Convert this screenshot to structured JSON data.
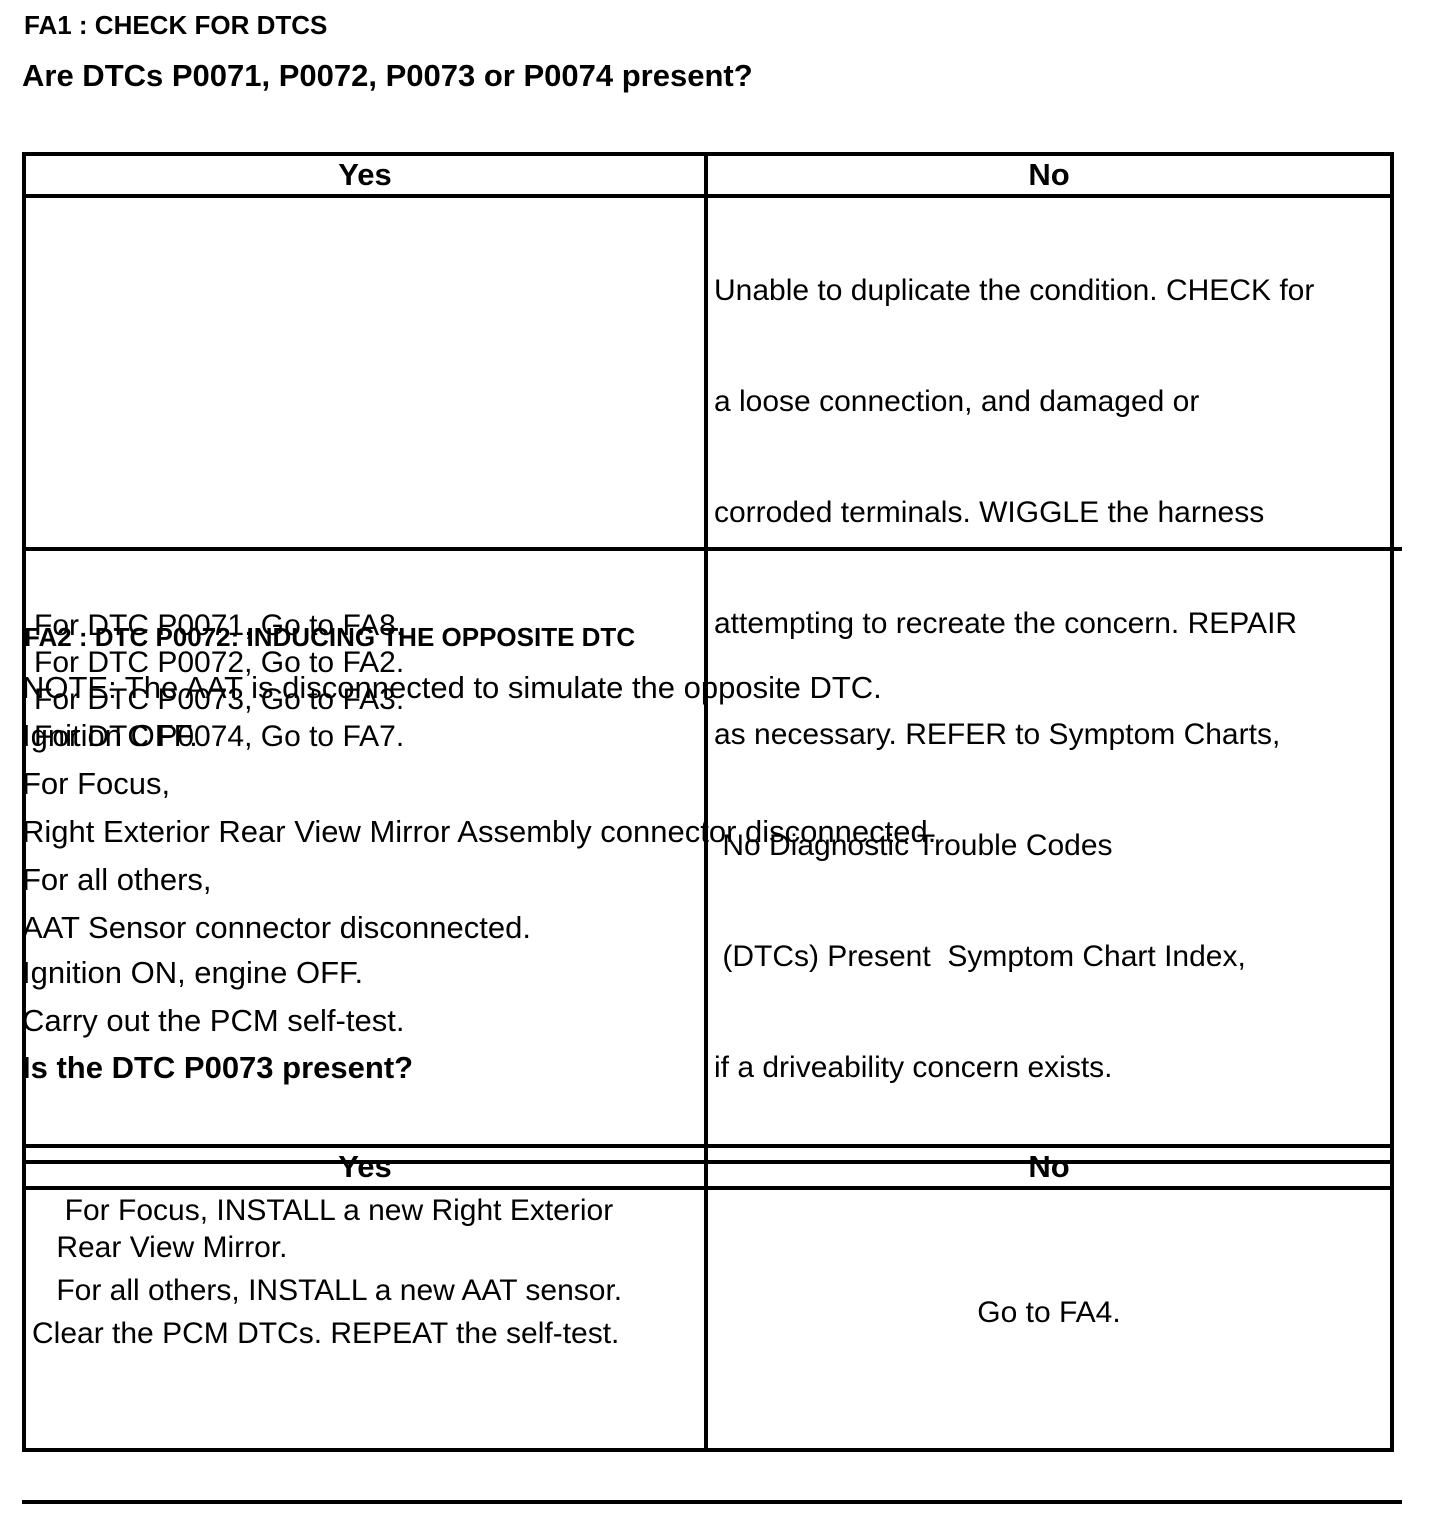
{
  "fa1": {
    "title": "FA1 : CHECK FOR DTCS",
    "question": "Are DTCs P0071, P0072, P0073 or P0074 present?",
    "table": {
      "yes_header": "Yes",
      "no_header": "No",
      "yes_lines": [
        "For DTC P0071, Go to FA8.",
        "For DTC P0072, Go to FA2.",
        "For DTC P0073, Go to FA3.",
        "For DTC P0074, Go to FA7."
      ],
      "no_lines": [
        "Unable to duplicate the condition. CHECK for",
        "a loose connection, and damaged or",
        "corroded terminals. WIGGLE the harness",
        "attempting to recreate the concern. REPAIR",
        "as necessary. REFER to Symptom Charts,",
        " No Diagnostic Trouble Codes",
        " (DTCs) Present  Symptom Chart Index,",
        "if a driveability concern exists."
      ]
    }
  },
  "fa2": {
    "title": "FA2 : DTC P0072: INDUCING THE OPPOSITE DTC",
    "lines": [
      "NOTE: The AAT is disconnected to simulate the opposite DTC.",
      "Ignition OFF.",
      "For Focus,",
      "Right Exterior Rear View Mirror Assembly connector disconnected.",
      "For all others,",
      "AAT Sensor connector disconnected.",
      "Ignition ON, engine OFF.",
      "Carry out the PCM self-test."
    ],
    "question": "Is the DTC P0073 present?",
    "table": {
      "yes_header": "Yes",
      "no_header": "No",
      "yes_lines": [
        "  For Focus, INSTALL a new Right Exterior",
        " Rear View Mirror.",
        " For all others, INSTALL a new AAT sensor.",
        "Clear the PCM DTCs. REPEAT the self-test."
      ],
      "no_text": "Go to FA4."
    }
  }
}
